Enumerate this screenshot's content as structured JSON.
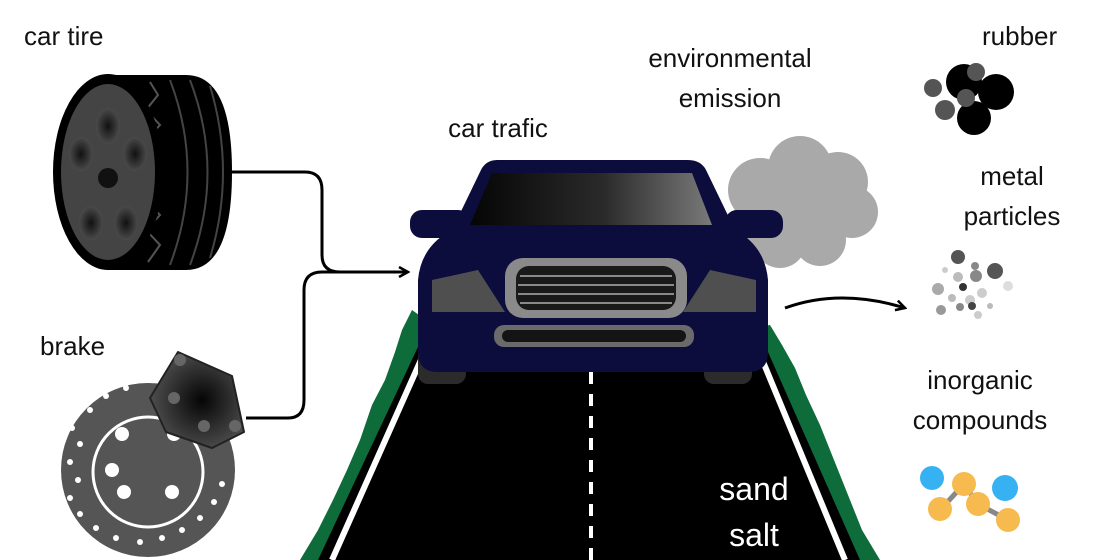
{
  "labels": {
    "car_tire": "car tire",
    "brake": "brake",
    "car_traffic": "car trafic",
    "environmental_emission": [
      "environmental",
      "emission"
    ],
    "rubber": "rubber",
    "metal_particles": [
      "metal",
      "particles"
    ],
    "inorganic_compounds": [
      "inorganic",
      "compounds"
    ],
    "road_materials": [
      "sand",
      "salt"
    ]
  },
  "colors": {
    "car_body": "#0c0c3d",
    "road": "#000000",
    "verge": "#0e6b3a",
    "smoke": "#a9a9a9",
    "brake_disc": "#555555",
    "caliper": "#2a2a2a",
    "atom_blue": "#36b2f2",
    "atom_orange": "#f7ba4f"
  },
  "icons": [
    "tire-icon",
    "brake-disc-icon",
    "car-icon",
    "road-icon",
    "exhaust-cloud-icon",
    "rubber-particles-icon",
    "metal-particles-icon",
    "molecule-icon"
  ]
}
